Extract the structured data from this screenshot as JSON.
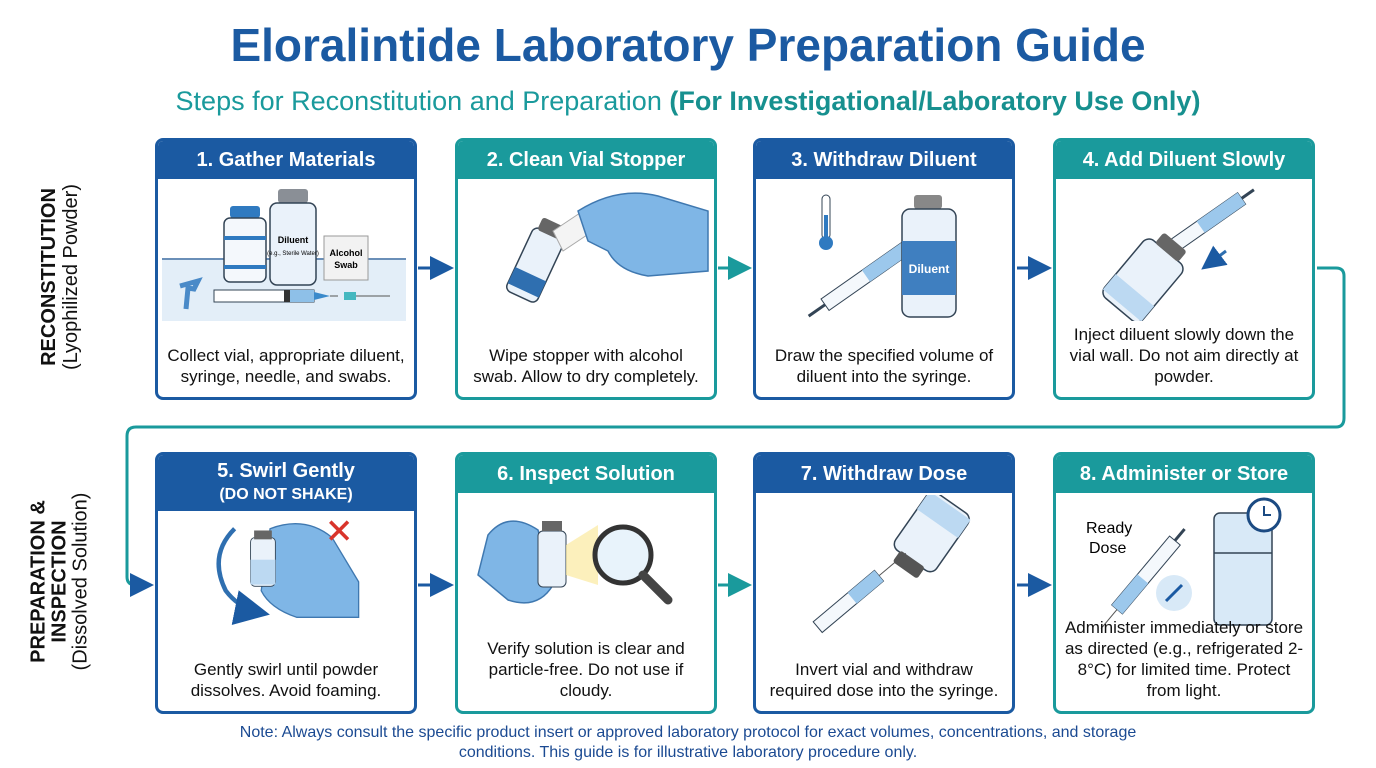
{
  "title": "Eloralintide Laboratory Preparation Guide",
  "subtitle": {
    "main": "Steps for Reconstitution and Preparation ",
    "emphasis": "(For Investigational/Laboratory Use Only)"
  },
  "sections": [
    {
      "label": "RECONSTITUTION",
      "sub": "(Lyophilized Powder)"
    },
    {
      "label": "PREPARATION & INSPECTION",
      "sub": "(Dissolved Solution)"
    }
  ],
  "steps": [
    {
      "title": "1. Gather Materials",
      "desc": "Collect vial, appropriate diluent, syringe, needle, and swabs.",
      "labels": [
        "Diluent",
        "(e.g., Sterile Water)",
        "Alcohol",
        "Swab"
      ]
    },
    {
      "title": "2. Clean Vial Stopper",
      "desc": "Wipe stopper with alcohol swab. Allow to dry completely."
    },
    {
      "title": "3. Withdraw Diluent",
      "desc": "Draw the specified volume of diluent into the syringe.",
      "labels": [
        "Diluent"
      ]
    },
    {
      "title": "4. Add Diluent Slowly",
      "desc": "Inject diluent slowly down the vial wall. Do not aim directly at powder."
    },
    {
      "title": "5. Swirl Gently",
      "subtitle": "(DO NOT SHAKE)",
      "desc": "Gently swirl until powder dissolves. Avoid foaming."
    },
    {
      "title": "6. Inspect Solution",
      "desc": "Verify solution is clear and particle-free. Do not use if cloudy."
    },
    {
      "title": "7. Withdraw Dose",
      "desc": "Invert vial and withdraw required dose into the syringe."
    },
    {
      "title": "8. Administer or Store",
      "desc": "Administer immediately or store as directed (e.g., refrigerated 2-8°C) for limited time. Protect from light.",
      "labels": [
        "Ready",
        "Dose"
      ]
    }
  ],
  "note": "Note: Always consult the specific product insert or approved laboratory protocol for exact volumes, concentrations, and storage conditions. This guide is for illustrative laboratory procedure only.",
  "colors": {
    "blue": "#1b5aa2",
    "teal": "#1a9a9c",
    "glove": "#7fb6e6"
  }
}
